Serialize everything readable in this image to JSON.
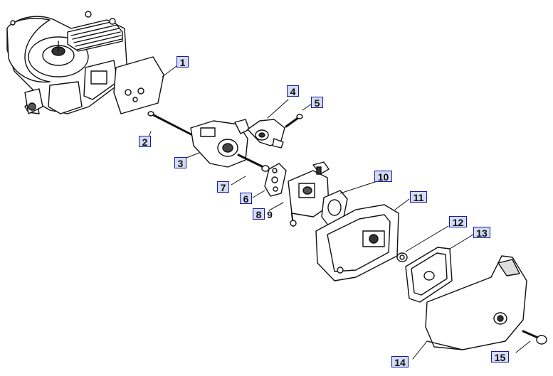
{
  "diagram": {
    "accent_color": "#1a1aa6",
    "box_fill": "#d4dcf4",
    "callouts": [
      {
        "id": "1",
        "text": "1"
      },
      {
        "id": "2",
        "text": "2"
      },
      {
        "id": "3",
        "text": "3"
      },
      {
        "id": "4",
        "text": "4"
      },
      {
        "id": "5",
        "text": "5"
      },
      {
        "id": "6",
        "text": "6"
      },
      {
        "id": "7",
        "text": "7"
      },
      {
        "id": "8",
        "text": "8"
      },
      {
        "id": "9",
        "text": "9"
      },
      {
        "id": "10",
        "text": "10"
      },
      {
        "id": "11",
        "text": "11"
      },
      {
        "id": "12",
        "text": "12"
      },
      {
        "id": "13",
        "text": "13"
      },
      {
        "id": "14",
        "text": "14"
      },
      {
        "id": "15",
        "text": "15"
      }
    ]
  }
}
